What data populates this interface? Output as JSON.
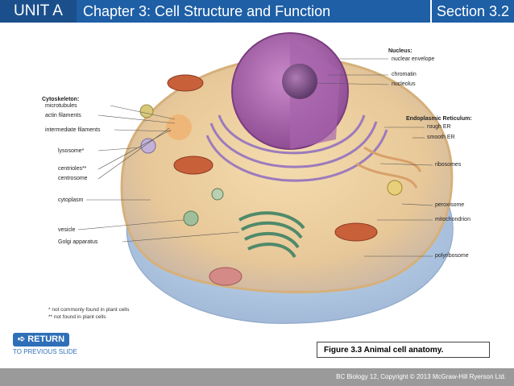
{
  "header": {
    "unit": "UNIT A",
    "chapter": "Chapter 3: Cell Structure and Function",
    "section": "Section 3.2"
  },
  "labels": {
    "nucleus": "Nucleus:",
    "nuclear_envelope": "nuclear envelope",
    "chromatin": "chromatin",
    "nucleolus": "nucleolus",
    "cytoskeleton": "Cytoskeleton:",
    "microtubules": "microtubules",
    "actin_filaments": "actin filaments",
    "intermediate_filaments": "intermediate filaments",
    "lysosome": "lysosome*",
    "centrioles": "centrioles**",
    "centrosome": "centrosome",
    "cytoplasm": "cytoplasm",
    "vesicle": "vesicle",
    "golgi": "Golgi apparatus",
    "er": "Endoplasmic Reticulum:",
    "rough_er": "rough ER",
    "smooth_er": "smooth ER",
    "ribosomes": "ribosomes",
    "peroxisome": "peroxisome",
    "mitochondrion": "mitochondrion",
    "polyribosome": "polyribosome"
  },
  "notes": {
    "note1": "* not commonly found in plant cells",
    "note2": "** not found in plant cells"
  },
  "return": {
    "label": "RETURN",
    "sub": "TO PREVIOUS SLIDE"
  },
  "caption": "Figure 3.3 Animal cell anatomy.",
  "footer": "BC Biology 12, Copyright © 2013 McGraw-Hill Ryerson Ltd."
}
